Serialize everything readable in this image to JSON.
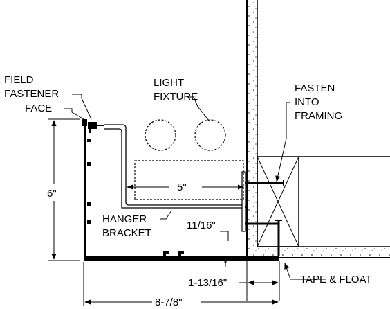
{
  "labels": {
    "field_fastener_line1": "FIELD",
    "field_fastener_line2": "FASTENER",
    "face": "FACE",
    "light_fixture_line1": "LIGHT",
    "light_fixture_line2": "FIXTURE",
    "fasten_line1": "FASTEN",
    "fasten_line2": "INTO",
    "fasten_line3": "FRAMING",
    "hanger_line1": "HANGER",
    "hanger_line2": "BRACKET",
    "tape_float": "TAPE & FLOAT"
  },
  "dimensions": {
    "height": "6\"",
    "inner_width": "5\"",
    "gap": "11/16\"",
    "offset": "1-13/16\"",
    "overall_width": "8-7/8\""
  }
}
